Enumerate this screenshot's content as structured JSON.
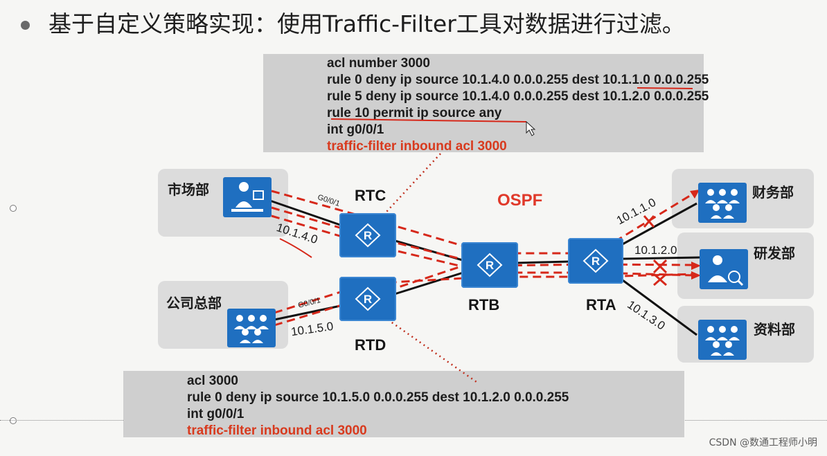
{
  "title": "基于自定义策略实现：使用Traffic-Filter工具对数据进行过滤。",
  "acl_top": {
    "lines": [
      "acl number 3000",
      " rule 0 deny ip source 10.1.4.0 0.0.0.255 dest 10.1.1.0 0.0.0.255",
      " rule 5 deny ip source 10.1.4.0 0.0.0.255 dest 10.1.2.0 0.0.0.255",
      " rule 10 permit ip source  any",
      "int g0/0/1",
      " traffic-filter inbound acl 3000"
    ]
  },
  "acl_bottom": {
    "lines": [
      "acl 3000",
      " rule 0 deny ip source 10.1.5.0 0.0.0.255 dest 10.1.2.0 0.0.0.255",
      "int g0/0/1",
      " traffic-filter inbound acl 3000"
    ]
  },
  "groups": {
    "market": "市场部",
    "hq": "公司总部",
    "finance": "财务部",
    "rnd": "研发部",
    "data": "资料部"
  },
  "routers": {
    "rtc": "RTC",
    "rtd": "RTD",
    "rtb": "RTB",
    "rta": "RTA"
  },
  "protocol": "OSPF",
  "networks": {
    "market_net": "10.1.4.0",
    "hq_net": "10.1.5.0",
    "finance_net": "10.1.1.0",
    "rnd_net": "10.1.2.0",
    "data_net": "10.1.3.0"
  },
  "ports": {
    "rtc_port": "G0/0/1",
    "rtd_port": "G0/0/1"
  },
  "watermark": "CSDN @数通工程师小明",
  "colors": {
    "router_blue": "#1f6fc0",
    "dash_red": "#d6281a",
    "acl_bg": "#cfcfcf"
  }
}
